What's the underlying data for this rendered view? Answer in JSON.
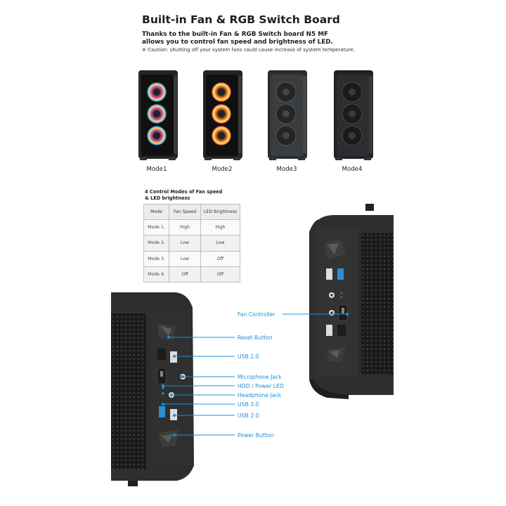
{
  "header": {
    "title": "Built-in Fan & RGB Switch Board",
    "line1": "Thanks to the built-in Fan & RGB Switch board N5 MF",
    "line2": "allows you to control fan speed and brightness of LED.",
    "caution": "※ Caution: shutting off your system fans could cause increase of system temperature."
  },
  "modes_row": [
    {
      "label": "Mode1",
      "led": "on"
    },
    {
      "label": "Mode2",
      "led": "on"
    },
    {
      "label": "Mode3",
      "led": "off"
    },
    {
      "label": "Mode4",
      "led": "off"
    }
  ],
  "table": {
    "caption_line1": "4 Control Modes of Fan speed",
    "caption_line2": "& LED brightness",
    "headers": [
      "Mode",
      "Fan Speed",
      "LED Brightness"
    ],
    "rows": [
      [
        "Mode 1.",
        "High",
        "High"
      ],
      [
        "Mode 2.",
        "Low",
        "Low"
      ],
      [
        "Mode 3.",
        "Low",
        "Off"
      ],
      [
        "Mode 4.",
        "Off",
        "Off"
      ]
    ]
  },
  "callouts": {
    "fan_controller": "Fan Controller",
    "reset_button": "Reset Button",
    "usb20_a": "USB 2.0",
    "microphone_jack": "Microphone Jack",
    "hdd_power_led": "HDD / Power LED",
    "headphone_jack": "Headphone Jack",
    "usb30": "USB 3.0",
    "usb20_b": "USB 2.0",
    "power_button": "Power Button"
  },
  "colors": {
    "accent": "#1d8fd6",
    "case_body": "#2a2a2a",
    "case_dark": "#161616"
  }
}
